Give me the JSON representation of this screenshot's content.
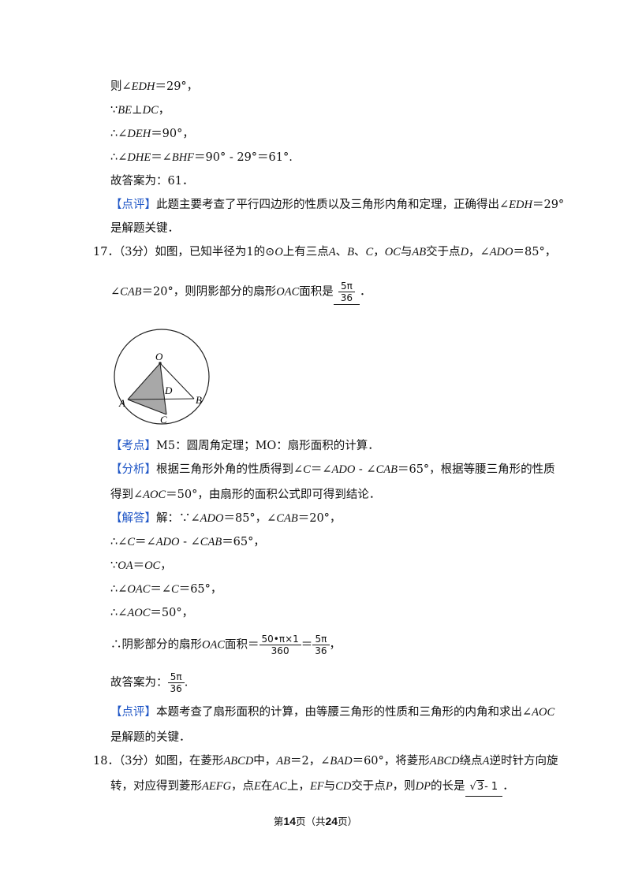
{
  "solution16": {
    "l1": [
      "则∠",
      "EDH",
      "＝29°，"
    ],
    "l2": [
      "∵",
      "BE",
      "⊥",
      "DC",
      "，"
    ],
    "l3": [
      "∴∠",
      "DEH",
      "＝90°，"
    ],
    "l4": [
      "∴∠",
      "DHE",
      "＝∠",
      "BHF",
      "＝90° - 29°＝61°."
    ],
    "l5": "故答案为：61．",
    "comment_tag": "【点评】",
    "comment_text": "此题主要考查了平行四边形的性质以及三角形内角和定理，正确得出∠",
    "comment_var": "EDH",
    "comment_tail": "＝29°",
    "comment_line2": "是解题关键．"
  },
  "q17": {
    "number": "17．",
    "stem1_parts": [
      "（3分）如图，已知半径为1的⊙",
      "O",
      "上有三点",
      "A",
      "、",
      "B",
      "、",
      "C",
      "，",
      "OC",
      "与",
      "AB",
      "交于点",
      "D",
      "，∠",
      "ADO",
      "＝85°，"
    ],
    "stem2_parts": [
      "∠",
      "CAB",
      "＝20°，则阴影部分的扇形",
      "OAC",
      "面积是"
    ],
    "answer_num": "5π",
    "answer_den": "36",
    "stem2_end": "．",
    "figure": {
      "labels": {
        "O": "O",
        "A": "A",
        "B": "B",
        "C": "C",
        "D": "D"
      }
    },
    "kaodian_tag": "【考点】",
    "kaodian_text": "M5：圆周角定理；MO：扇形面积的计算．",
    "fenxi_tag": "【分析】",
    "fenxi1_parts": [
      "根据三角形外角的性质得到∠",
      "C",
      "＝∠",
      "ADO",
      " - ∠",
      "CAB",
      "＝65°，根据等腰三角形的性质"
    ],
    "fenxi2_parts": [
      "得到∠",
      "AOC",
      "＝50°，由扇形的面积公式即可得到结论．"
    ],
    "jieda_tag": "【解答】",
    "jieda1_parts": [
      "解：∵∠",
      "ADO",
      "＝85°，∠",
      "CAB",
      "＝20°，"
    ],
    "s2_parts": [
      "∴∠",
      "C",
      "＝∠",
      "ADO",
      " - ∠",
      "CAB",
      "＝65°，"
    ],
    "s3_parts": [
      "∵",
      "OA",
      "＝",
      "OC",
      "，"
    ],
    "s4_parts": [
      "∴∠",
      "OAC",
      "＝∠",
      "C",
      "＝65°，"
    ],
    "s5_parts": [
      "∴∠",
      "AOC",
      "＝50°，"
    ],
    "s6_pre": "∴阴影部分的扇形",
    "s6_var": "OAC",
    "s6_mid": "面积＝",
    "s6_frac1_num": "50•π×1",
    "s6_frac1_den": "360",
    "s6_eq": "＝",
    "s6_frac2_num": "5π",
    "s6_frac2_den": "36",
    "s6_end": "，",
    "answer_label": "故答案为：",
    "answer2_num": "5π",
    "answer2_den": "36",
    "answer2_end": ".",
    "dianping_tag": "【点评】",
    "dianping_text": "本题考查了扇形面积的计算，由等腰三角形的性质和三角形的内角和求出∠",
    "dianping_var": "AOC",
    "dianping_line2": "是解题的关键．"
  },
  "q18": {
    "number": "18．",
    "line1_parts": [
      "（3分）如图，在菱形",
      "ABCD",
      "中，",
      "AB",
      "＝2，∠",
      "BAD",
      "＝60°，将菱形",
      "ABCD",
      "绕点",
      "A",
      "逆时针方向旋"
    ],
    "line2_parts": [
      "转，对应得到菱形",
      "AEFG",
      "，点",
      "E",
      "在",
      "AC",
      "上，",
      "EF",
      "与",
      "CD",
      "交于点",
      "P",
      "，则",
      "DP",
      "的长是"
    ],
    "answer_radicand": "3",
    "answer_rest": "- 1",
    "end": "．"
  },
  "footer": {
    "pre": "第",
    "page": "14",
    "mid": "页（共",
    "total": "24",
    "post": "页）"
  }
}
